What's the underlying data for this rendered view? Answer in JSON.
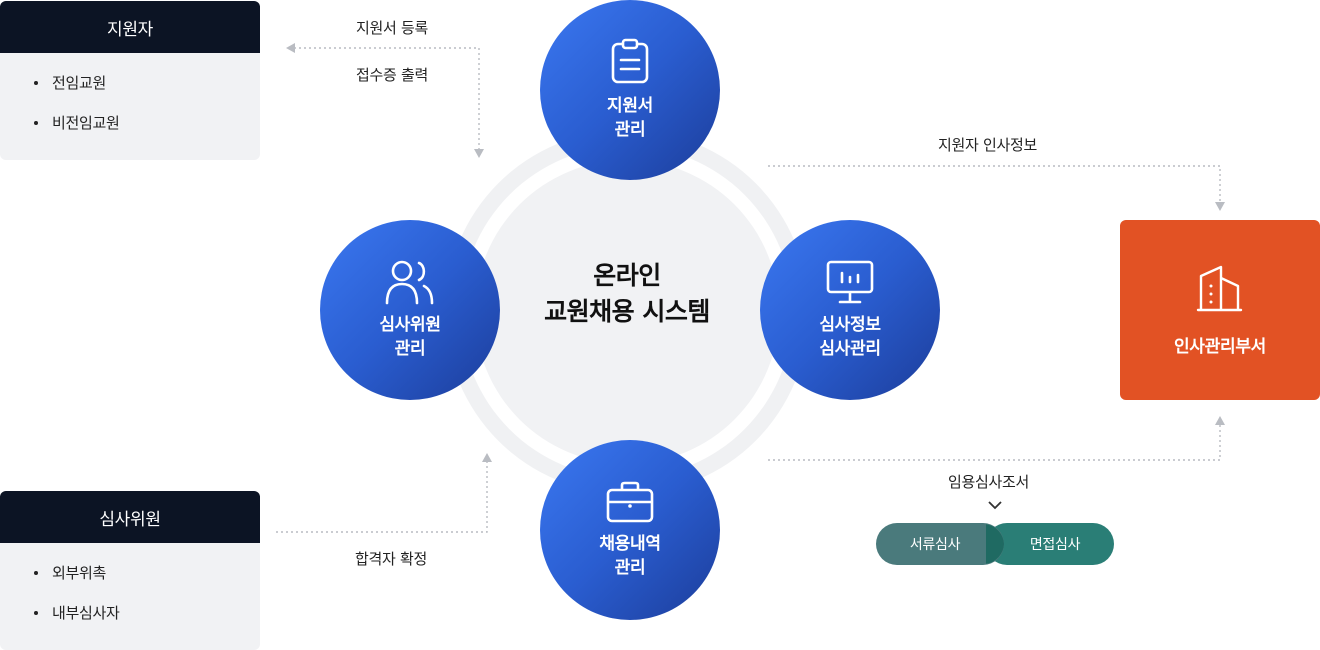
{
  "applicant_card": {
    "title": "지원자",
    "items": [
      "전임교원",
      "비전임교원"
    ]
  },
  "reviewer_card": {
    "title": "심사위원",
    "items": [
      "외부위촉",
      "내부심사자"
    ]
  },
  "center": {
    "line1": "온라인",
    "line2": "교원채용 시스템"
  },
  "nodes": {
    "top": {
      "line1": "지원서",
      "line2": "관리",
      "icon": "clipboard-icon"
    },
    "left": {
      "line1": "심사위원",
      "line2": "관리",
      "icon": "users-icon"
    },
    "right": {
      "line1": "심사정보",
      "line2": "심사관리",
      "icon": "monitor-icon"
    },
    "bottom": {
      "line1": "채용내역",
      "line2": "관리",
      "icon": "briefcase-icon"
    }
  },
  "hr_box": {
    "label": "인사관리부서",
    "icon": "building-icon"
  },
  "flow_labels": {
    "register": "지원서 등록",
    "receipt": "접수증 출력",
    "hr_info": "지원자 인사정보",
    "confirm": "합격자 확정",
    "appointment": "임용심사조서"
  },
  "review_pills": {
    "document": "서류심사",
    "interview": "면접심사"
  },
  "colors": {
    "node_blue": "#2a5dd0",
    "hr_orange": "#e25224",
    "card_dark": "#0c1424",
    "pill_teal": "#2a7e76"
  }
}
